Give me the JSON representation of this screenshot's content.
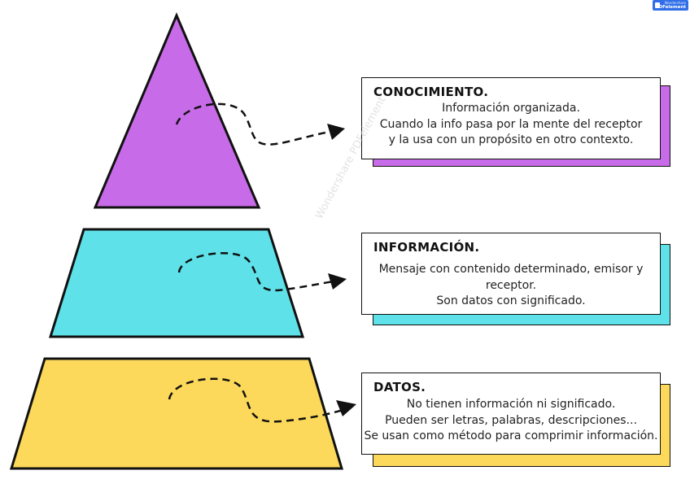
{
  "colors": {
    "level_top": "#c86be8",
    "level_middle": "#5ee1e8",
    "level_bottom": "#fcd95a",
    "outline": "#111111"
  },
  "levels": [
    {
      "key": "conocimiento",
      "title": "CONOCIMIENTO.",
      "lines": [
        "Información organizada.",
        "Cuando la info pasa por la mente del receptor",
        "y la usa con un propósito en otro contexto."
      ]
    },
    {
      "key": "informacion",
      "title": "INFORMACIÓN.",
      "lines": [
        "Mensaje con contenido determinado, emisor y",
        "receptor.",
        "Son datos con significado."
      ]
    },
    {
      "key": "datos",
      "title": "DATOS.",
      "lines": [
        "No tienen información ni significado.",
        "Pueden ser letras, palabras, descripciones...",
        "Se usan como método para comprimir información."
      ]
    }
  ],
  "badge": {
    "line1": "Wondershare",
    "line2": "PDFelement"
  },
  "watermark": {
    "text": "Wondershare PDFelement"
  }
}
